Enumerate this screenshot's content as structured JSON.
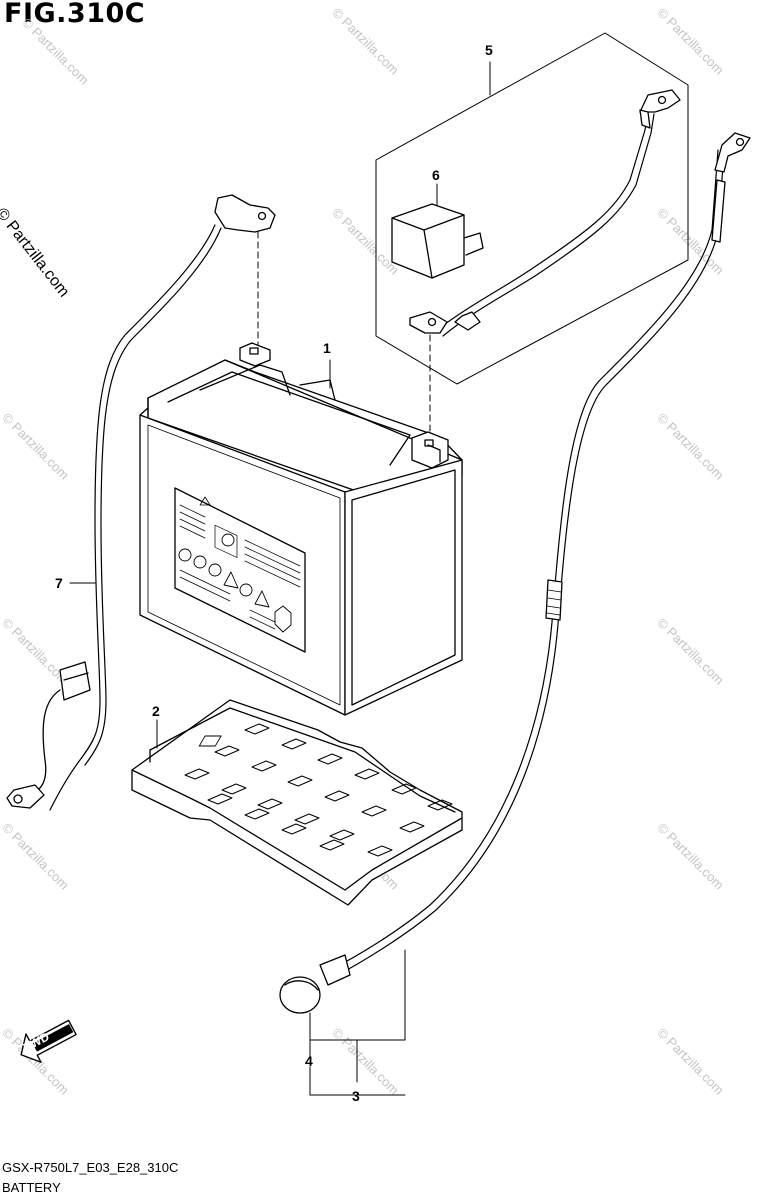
{
  "figure": {
    "title": "FIG.310C"
  },
  "watermark": {
    "side_text": "© Partzilla.com",
    "repeat_text": "© Partzilla.com"
  },
  "callouts": {
    "battery": "1",
    "tray": "2",
    "cable_3": "3",
    "cap_4": "4",
    "cable_5": "5",
    "cover_6": "6",
    "wire_7": "7"
  },
  "fwd_arrow": {
    "label": "FWD"
  },
  "footer": {
    "code": "GSX-R750L7_E03_E28_310C",
    "name": "BATTERY"
  }
}
